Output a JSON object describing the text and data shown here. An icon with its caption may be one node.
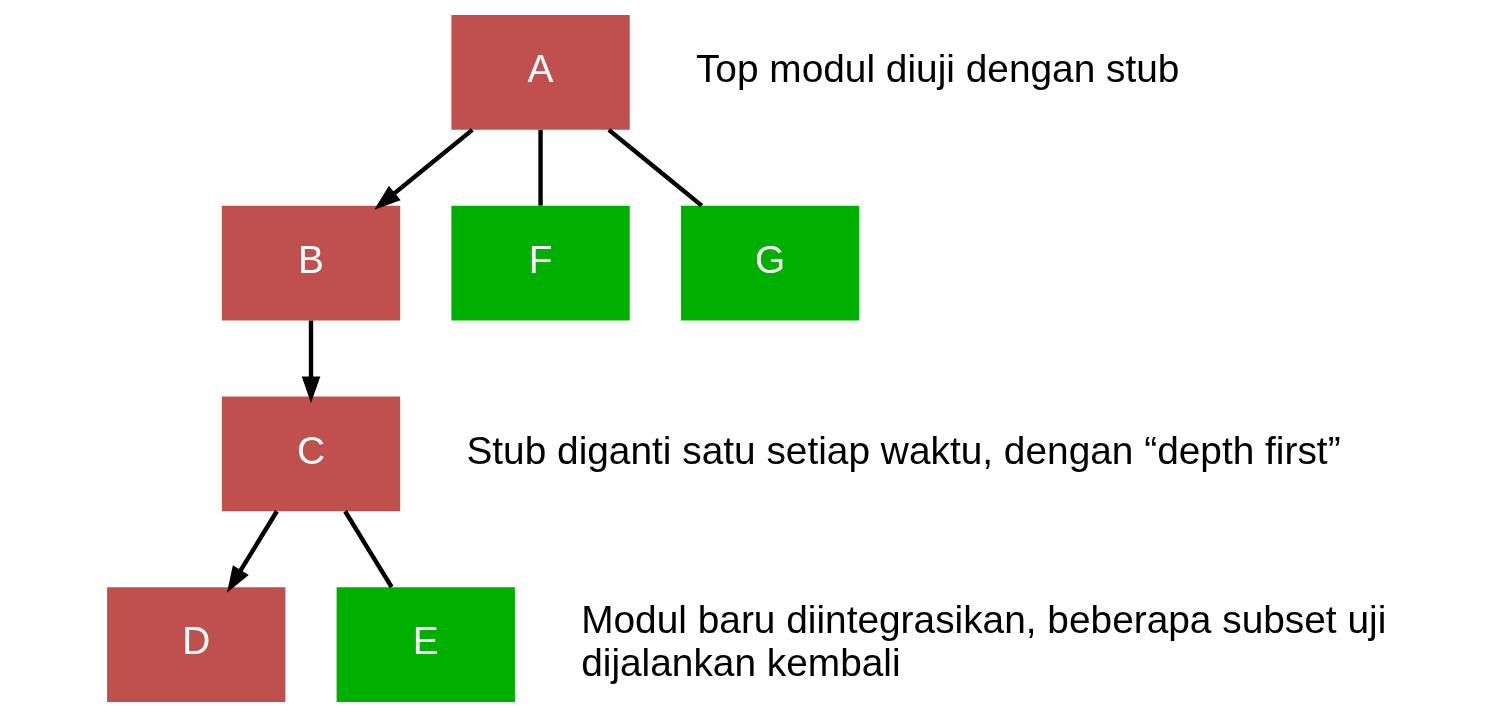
{
  "diagram": {
    "nodes": [
      {
        "text": [
          "A"
        ]
      },
      {
        "text": [
          "B"
        ]
      },
      {
        "text": [
          "F"
        ]
      },
      {
        "text": [
          "G"
        ]
      },
      {
        "text": [
          "C"
        ]
      },
      {
        "text": [
          "D"
        ]
      },
      {
        "text": [
          "E"
        ]
      }
    ],
    "edges": [
      {
        "from": 0,
        "to": 1,
        "arrow": "to"
      },
      {
        "from": 0,
        "to": 2,
        "arrow": "none"
      },
      {
        "from": 0,
        "to": 3,
        "arrow": "none"
      },
      {
        "from": 1,
        "to": 4,
        "arrow": "to"
      },
      {
        "from": 4,
        "to": 5,
        "arrow": "to"
      },
      {
        "from": 4,
        "to": 6,
        "arrow": "none"
      }
    ],
    "labels": [
      "Top modul diuji dengan stub",
      "Stub diganti satu setiap waktu, dengan “depth first”",
      "Modul baru diintegrasikan, beberapa subset uji dijalankan kembali"
    ]
  }
}
